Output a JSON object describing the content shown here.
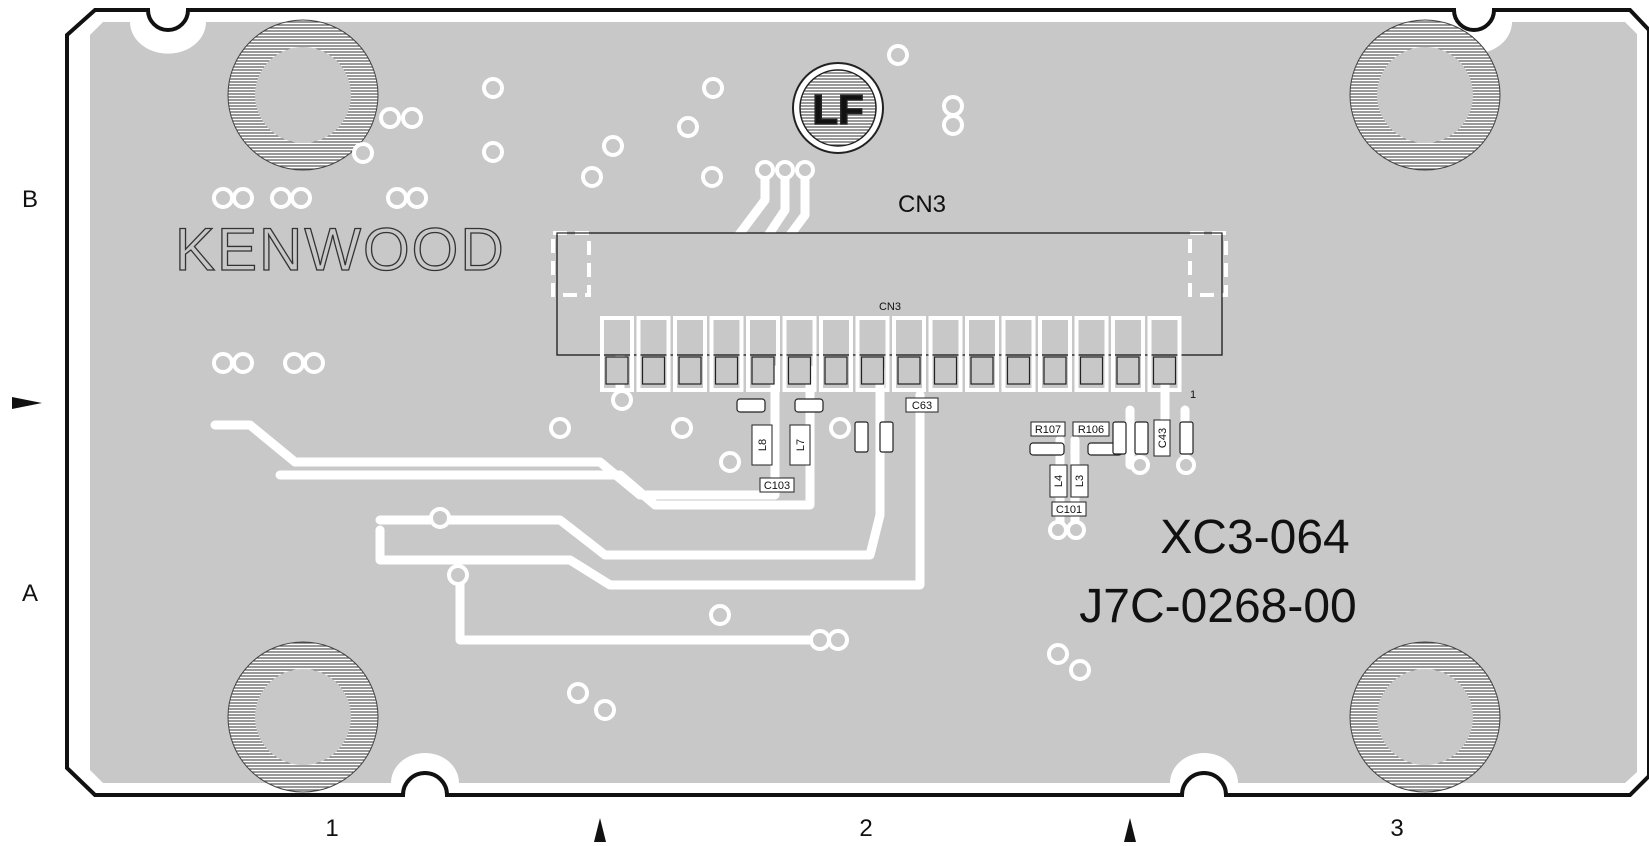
{
  "grid": {
    "rows": [
      "B",
      "A"
    ],
    "columns": [
      "1",
      "2",
      "3"
    ]
  },
  "board": {
    "brand": "KENWOOD",
    "logo_text": "LF",
    "part_number": "XC3-064",
    "pcb_number": "J7C-0268-00",
    "connector_title": "CN3",
    "connector_inner_label": "CN3",
    "pin1_label": "1"
  },
  "components": [
    {
      "ref": "C63"
    },
    {
      "ref": "C103"
    },
    {
      "ref": "L8"
    },
    {
      "ref": "L7"
    },
    {
      "ref": "R107"
    },
    {
      "ref": "R106"
    },
    {
      "ref": "C43"
    },
    {
      "ref": "L4"
    },
    {
      "ref": "L3"
    },
    {
      "ref": "C101"
    }
  ],
  "colors": {
    "board_fill": "#c8c8c8",
    "outline": "#111111",
    "trace": "#ffffff"
  }
}
